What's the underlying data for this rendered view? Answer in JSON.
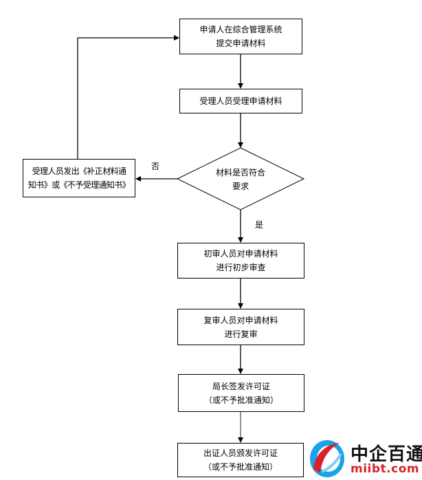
{
  "flowchart": {
    "steps": {
      "submit": [
        "申请人在综合管理系统",
        "提交申请材料"
      ],
      "accept": [
        "受理人员受理申请材料"
      ],
      "check": [
        "材料是否符合",
        "要求"
      ],
      "notify": [
        "受理人员发出《补正材料通",
        "知书》或《不予受理通知书》"
      ],
      "first_review": [
        "初审人员对申请材料",
        "进行初步审查"
      ],
      "second_review": [
        "复审人员对申请材料",
        "进行复审"
      ],
      "sign": [
        "局长签发许可证",
        "（或不予批准通知）"
      ],
      "issue": [
        "出证人员颁发许可证",
        "（或不予批准通知）"
      ]
    },
    "labels": {
      "no": "否",
      "yes": "是"
    }
  },
  "watermark": {
    "title": "中企百通",
    "url": "miibt.com",
    "colors": {
      "blue": "#1aa3e8",
      "red": "#d8222a"
    }
  }
}
